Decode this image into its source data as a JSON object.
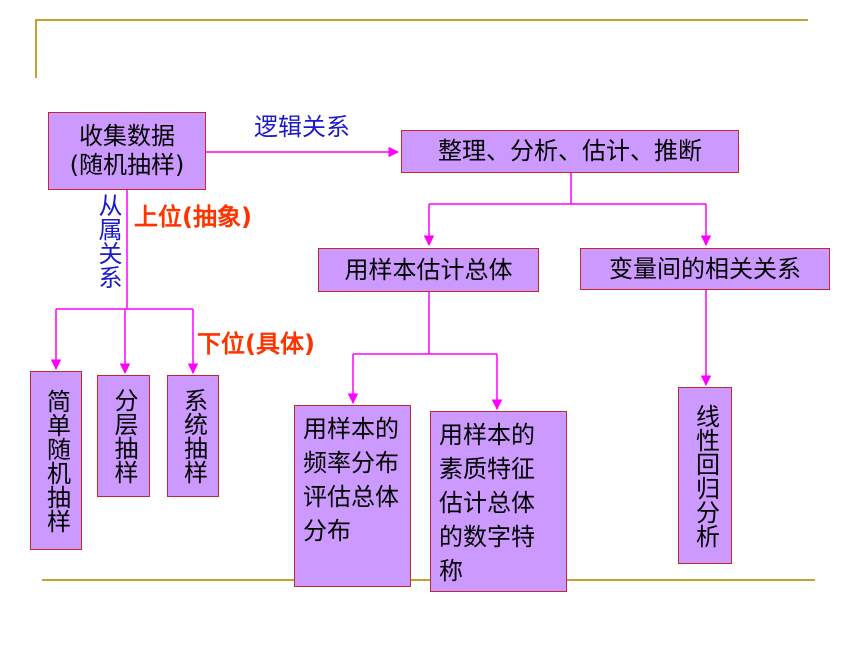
{
  "boxes": {
    "collect": "收集数据\n(随机抽样)",
    "organize": "整理、分析、估计、推断",
    "estimate_total": "用样本估计总体",
    "variable_relation": "变量间的相关关系",
    "simple_random": "简单随机抽样",
    "stratified": "分层抽样",
    "systematic": "系统抽样",
    "freq_distribution": "用样本的频率分布评估总体分布",
    "numeric_features": "用样本的素质特征估计总体的数字特称",
    "linear_regression": "线性回归分析"
  },
  "labels": {
    "logic": "逻辑关系",
    "subordinate": "从属关系",
    "upper": "上位(抽象)",
    "lower": "下位(具体)"
  },
  "colors": {
    "box_fill": "#cc99ff",
    "box_border": "#c0292f",
    "arrow": "#ff00ff",
    "rule": "#c8a030",
    "blue_text": "#1a1acc",
    "red_text": "#ff3300"
  }
}
